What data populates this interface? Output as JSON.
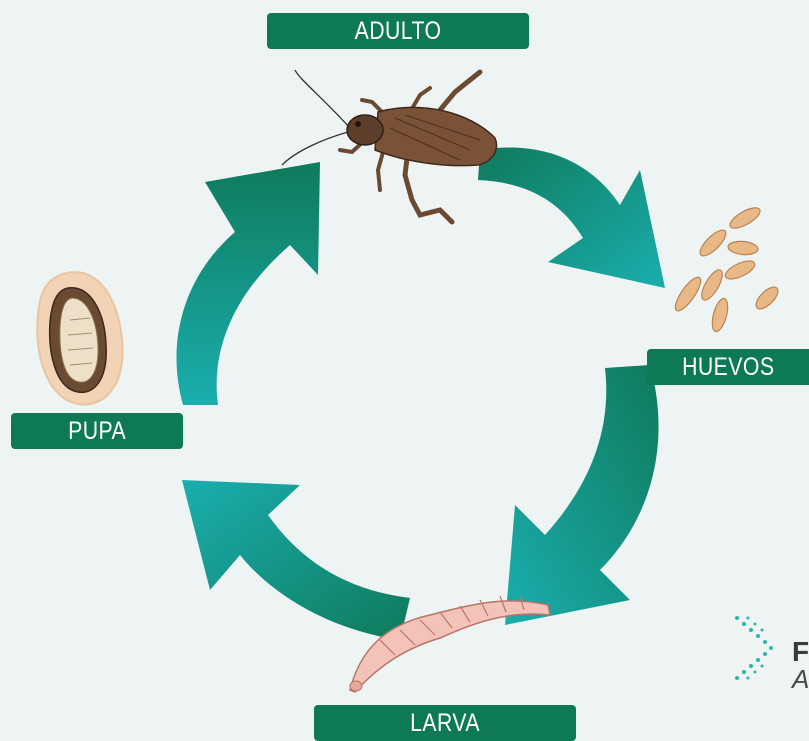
{
  "colors": {
    "label_bg": "#0d7a55",
    "arrow_dark": "#0f7a5c",
    "arrow_light": "#1aaeae",
    "background": "#eef3f4"
  },
  "stages": {
    "adult": "ADULTO",
    "eggs": "HUEVOS",
    "larva": "LARVA",
    "pupa": "PUPA"
  },
  "brand": {
    "line1": "Fi",
    "line2": "A"
  },
  "icons": [
    "cricket-adult-icon",
    "eggs-icon",
    "larva-icon",
    "pupa-icon",
    "cycle-arrow-icon",
    "brand-dots-icon"
  ]
}
